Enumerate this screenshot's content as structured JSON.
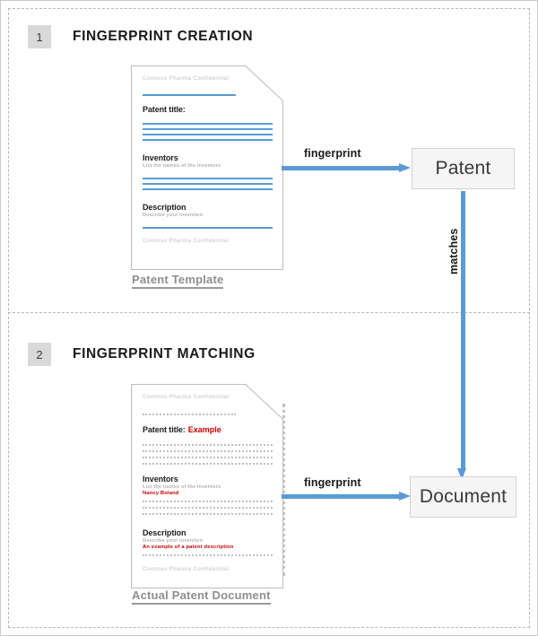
{
  "diagram": {
    "sections": [
      {
        "number": "1",
        "title": "FINGERPRINT CREATION"
      },
      {
        "number": "2",
        "title": "FINGERPRINT MATCHING"
      }
    ],
    "colors": {
      "accent_blue": "#5B9BD5",
      "red_value": "#CC0000",
      "box_fill": "#F5F5F5",
      "box_border": "#D3D3D3",
      "section_badge": "#D9D9D9",
      "caption_gray": "#8F8F8F",
      "ghost_gray": "#D2D2D2"
    },
    "template_doc": {
      "header": "Contoso Pharma Confidential",
      "footer": "Contoso Pharma Confidential",
      "title_label": "Patent title:",
      "inventors_label": "Inventors",
      "inventors_hint": "List the names of the inventors",
      "description_label": "Description",
      "description_hint": "Describe your invention",
      "caption": "Patent Template"
    },
    "actual_doc": {
      "header": "Contoso Pharma Confidential",
      "footer": "Contoso Pharma Confidential",
      "title_label": "Patent title:",
      "title_value": "Example",
      "inventors_label": "Inventors",
      "inventors_hint": "List the names of the inventors",
      "inventors_value": "Nancy Boland",
      "description_label": "Description",
      "description_hint": "Describe your invention",
      "description_value": "An example of a patent description",
      "caption": "Actual Patent Document"
    },
    "nodes": {
      "patent": "Patent",
      "document": "Document"
    },
    "arrows": {
      "fingerprint_top": "fingerprint",
      "fingerprint_bottom": "fingerprint",
      "matches": "matches"
    }
  }
}
